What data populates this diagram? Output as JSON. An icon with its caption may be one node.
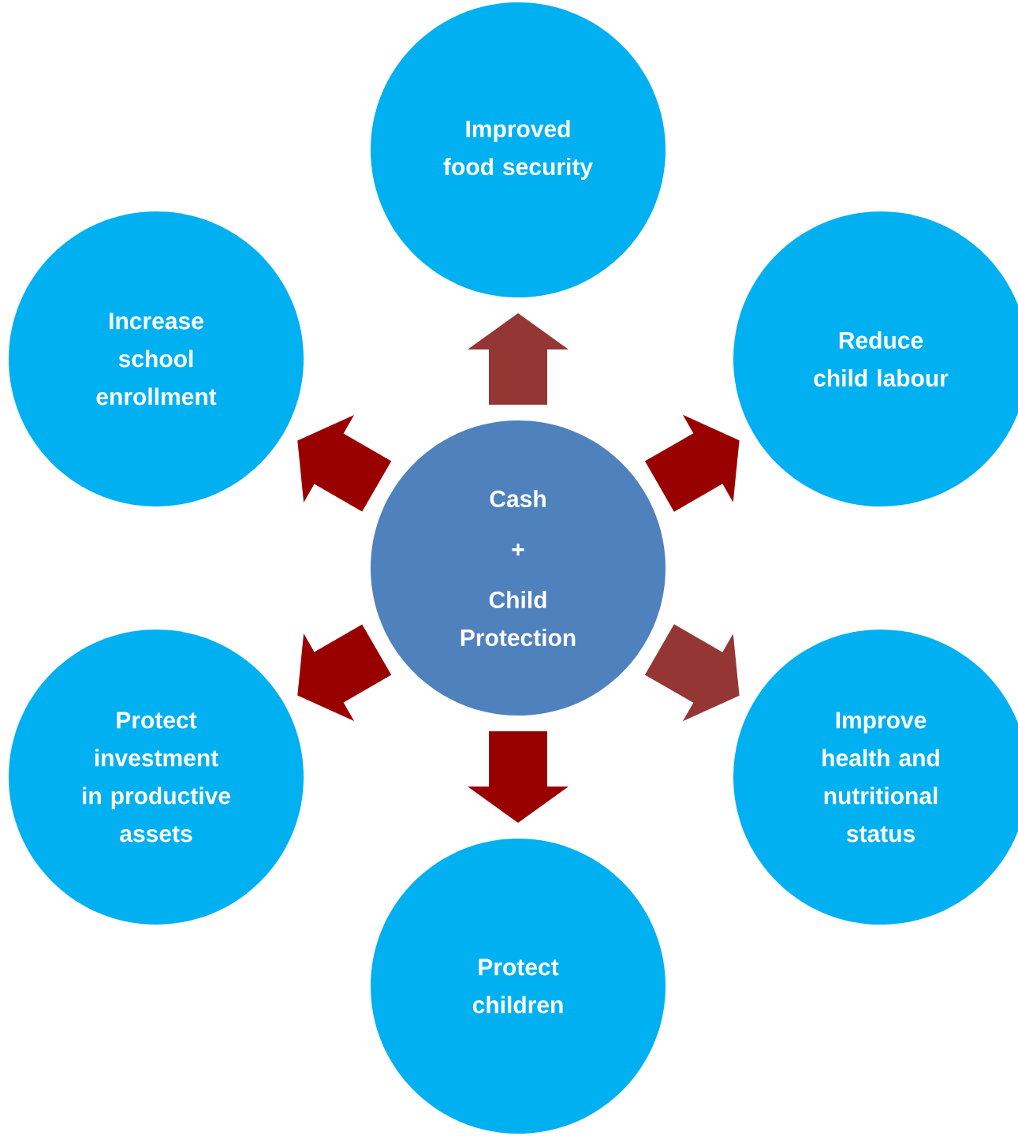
{
  "diagram": {
    "nodes": [
      {
        "text": [
          "Improved food security"
        ]
      },
      {
        "text": [
          "Increase school enrollment"
        ]
      },
      {
        "text": [
          "Reduce child labour"
        ]
      },
      {
        "text": [
          "Cash",
          "+",
          "Child Protection"
        ]
      },
      {
        "text": [
          "Protect investment in productive assets"
        ]
      },
      {
        "text": [
          "Improve health and nutritional status"
        ]
      },
      {
        "text": [
          "Protect children"
        ]
      }
    ],
    "edges": [
      {
        "from": 3,
        "to": 0,
        "arrow": "to",
        "color": "#943634"
      },
      {
        "from": 3,
        "to": 1,
        "arrow": "to"
      },
      {
        "from": 3,
        "to": 2,
        "arrow": "to"
      },
      {
        "from": 3,
        "to": 4,
        "arrow": "to"
      },
      {
        "from": 3,
        "to": 5,
        "arrow": "to",
        "color": "#943634"
      },
      {
        "from": 3,
        "to": 6,
        "arrow": "to"
      }
    ]
  }
}
